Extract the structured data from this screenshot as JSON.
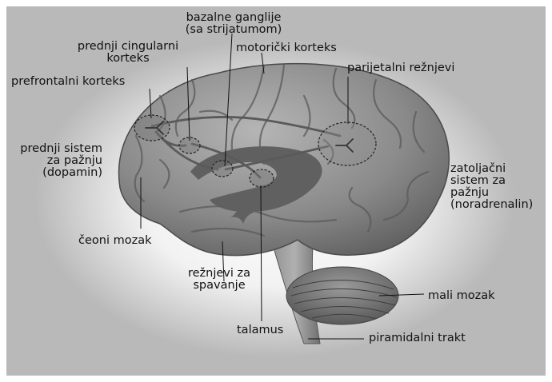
{
  "labels": {
    "basal_ganglia": "bazalne ganglije\n(sa strijatumom)",
    "anterior_cingulate": "prednji cingularni\nkorteks",
    "motor_cortex": "motorički korteks",
    "parietal_lobes": "parijetalni režnjevi",
    "prefrontal_cortex": "prefrontalni korteks",
    "anterior_attention_system": "prednji sistem\nza pažnju\n(dopamin)",
    "posterior_attention_system": "zatoljačni\nsistem za\npažnju\n(noradrenalin)",
    "frontal_brain": "čeoni mozak",
    "temporal_lobes": "režnjevi za\nspavanje",
    "cerebellum": "mali mozak",
    "thalamus": "talamus",
    "pyramidal_tract": "piramidalni trakt"
  },
  "colors": {
    "background_edge": "#b9b9b9",
    "brain": "#7d7d7d",
    "pathway": "#5a5a5a"
  }
}
